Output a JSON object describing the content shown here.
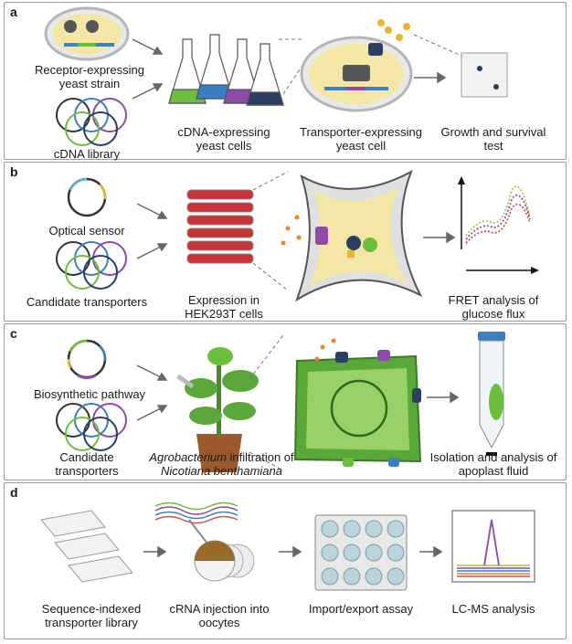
{
  "panels": [
    {
      "letter": "a",
      "labels": {
        "strain": [
          "Receptor-expressing",
          "yeast strain"
        ],
        "library": "cDNA library",
        "cells": [
          "cDNA-expressing",
          "yeast cells"
        ],
        "transporter": [
          "Transporter-expressing",
          "yeast cell"
        ],
        "test": [
          "Growth and survival",
          "test"
        ]
      }
    },
    {
      "letter": "b",
      "labels": {
        "sensor": "Optical sensor",
        "candidates": "Candidate transporters",
        "expression": [
          "Expression in",
          "HEK293T cells"
        ],
        "fret": [
          "FRET analysis of",
          "glucose flux"
        ]
      }
    },
    {
      "letter": "c",
      "labels": {
        "pathway": "Biosynthetic pathway",
        "candidates": [
          "Candidate",
          "transporters"
        ],
        "infiltration_italic": "Agrobacterium",
        "infiltration_rest": " infiltration of",
        "species": "Nicotiana benthamiana",
        "isolation": [
          "Isolation and analysis of",
          "apoplast fluid"
        ]
      }
    },
    {
      "letter": "d",
      "labels": {
        "library": [
          "Sequence-indexed",
          "transporter library"
        ],
        "injection": [
          "cRNA injection into",
          "oocytes"
        ],
        "assay": "Import/export assay",
        "lcms": "LC-MS analysis"
      }
    }
  ],
  "colors": {
    "panel_border": "#9a9a9a",
    "yeast_fill": "#f4e7a6",
    "yeast_wall": "#c9c9c9",
    "flask_green": "#6cbf3c",
    "flask_blue": "#3a7fc1",
    "flask_purple": "#8e4aa8",
    "flask_navy": "#2b3f63",
    "dish_red": "#c8323a",
    "plant_green": "#5aa83a",
    "pot_brown": "#9a5a2a",
    "fret_lines": [
      "#a7c44a",
      "#8e4aa8",
      "#d05050"
    ]
  }
}
